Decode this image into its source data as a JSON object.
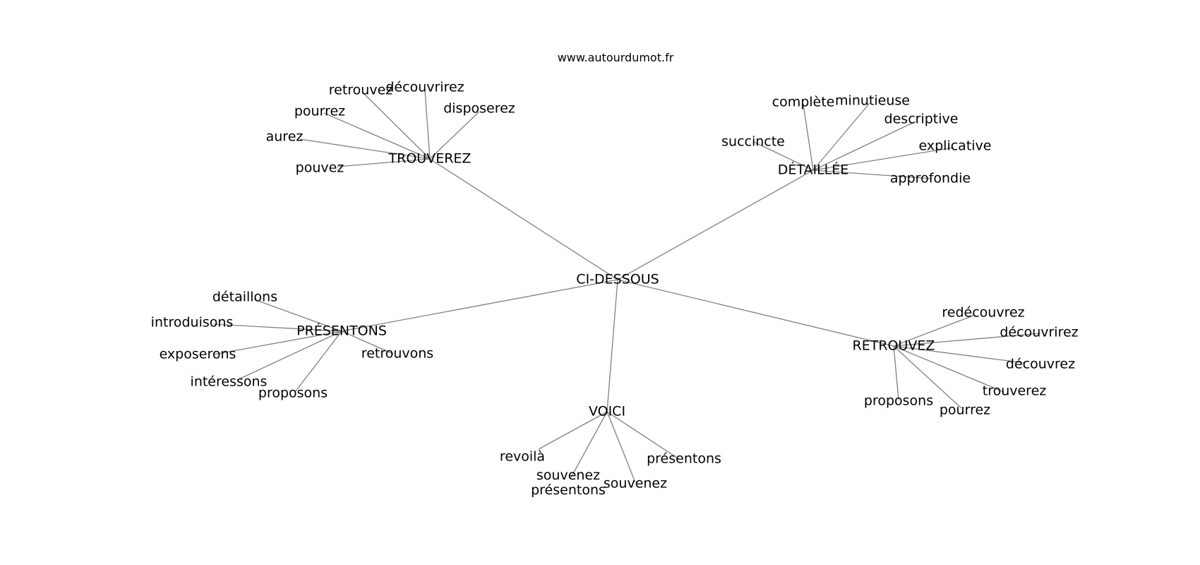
{
  "source": "www.autourdumot.fr",
  "colors": {
    "edge": "#808080",
    "text": "#000000",
    "background": "#ffffff"
  },
  "center": "CI-DESSOUS",
  "hubs": [
    {
      "label": "TROUVEREZ",
      "leaves": [
        "retrouvez",
        "découvrirez",
        "pourrez",
        "disposerez",
        "aurez",
        "pouvez"
      ]
    },
    {
      "label": "DÉTAILLÉE",
      "leaves": [
        "complète",
        "minutieuse",
        "descriptive",
        "succincte",
        "explicative",
        "approfondie"
      ]
    },
    {
      "label": "PRÉSENTONS",
      "leaves": [
        "détaillons",
        "introduisons",
        "exposerons",
        "intéressons",
        "proposons",
        "retrouvons"
      ]
    },
    {
      "label": "VOICI",
      "leaves": [
        "revoilà",
        "souvenez présentons",
        "souvenez",
        "présentons"
      ]
    },
    {
      "label": "RETROUVEZ",
      "leaves": [
        "redécouvrez",
        "découvrirez",
        "découvrez",
        "trouverez",
        "pourrez",
        "proposons"
      ]
    }
  ]
}
